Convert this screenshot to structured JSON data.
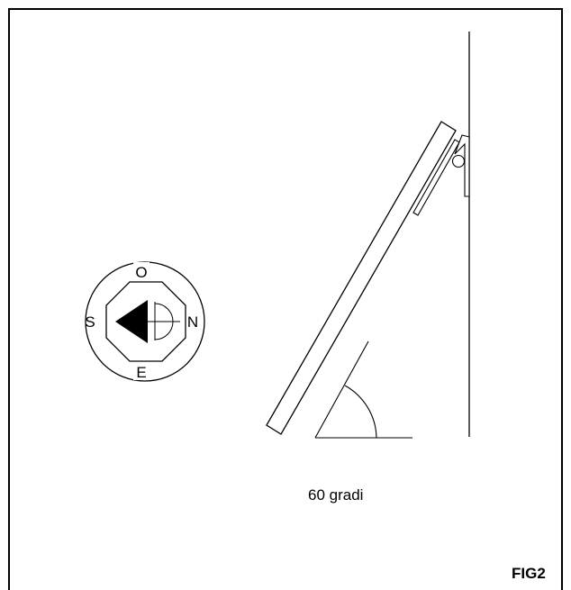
{
  "compass": {
    "north": "N",
    "south": "S",
    "east": "E",
    "west": "O"
  },
  "angle_caption": "60 gradi",
  "figure_label": "FIG2",
  "colors": {
    "line": "#000000",
    "background": "#ffffff"
  }
}
